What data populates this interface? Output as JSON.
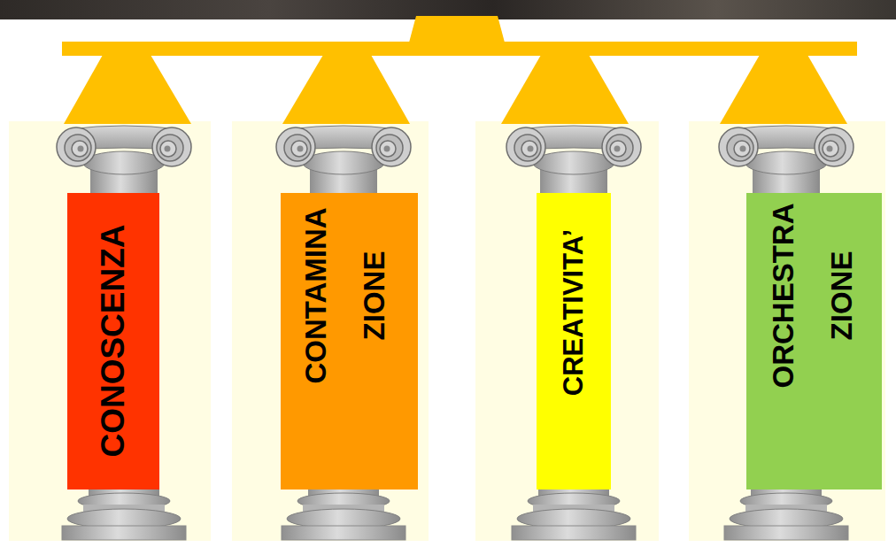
{
  "diagram": {
    "nodes": [
      {
        "text": [
          "CONOSCENZA"
        ]
      },
      {
        "text": [
          "CONTAMINA ZIONE"
        ]
      },
      {
        "text": [
          "CREATIVITA’"
        ]
      },
      {
        "text": [
          "ORCHESTRA ZIONE"
        ]
      }
    ]
  }
}
